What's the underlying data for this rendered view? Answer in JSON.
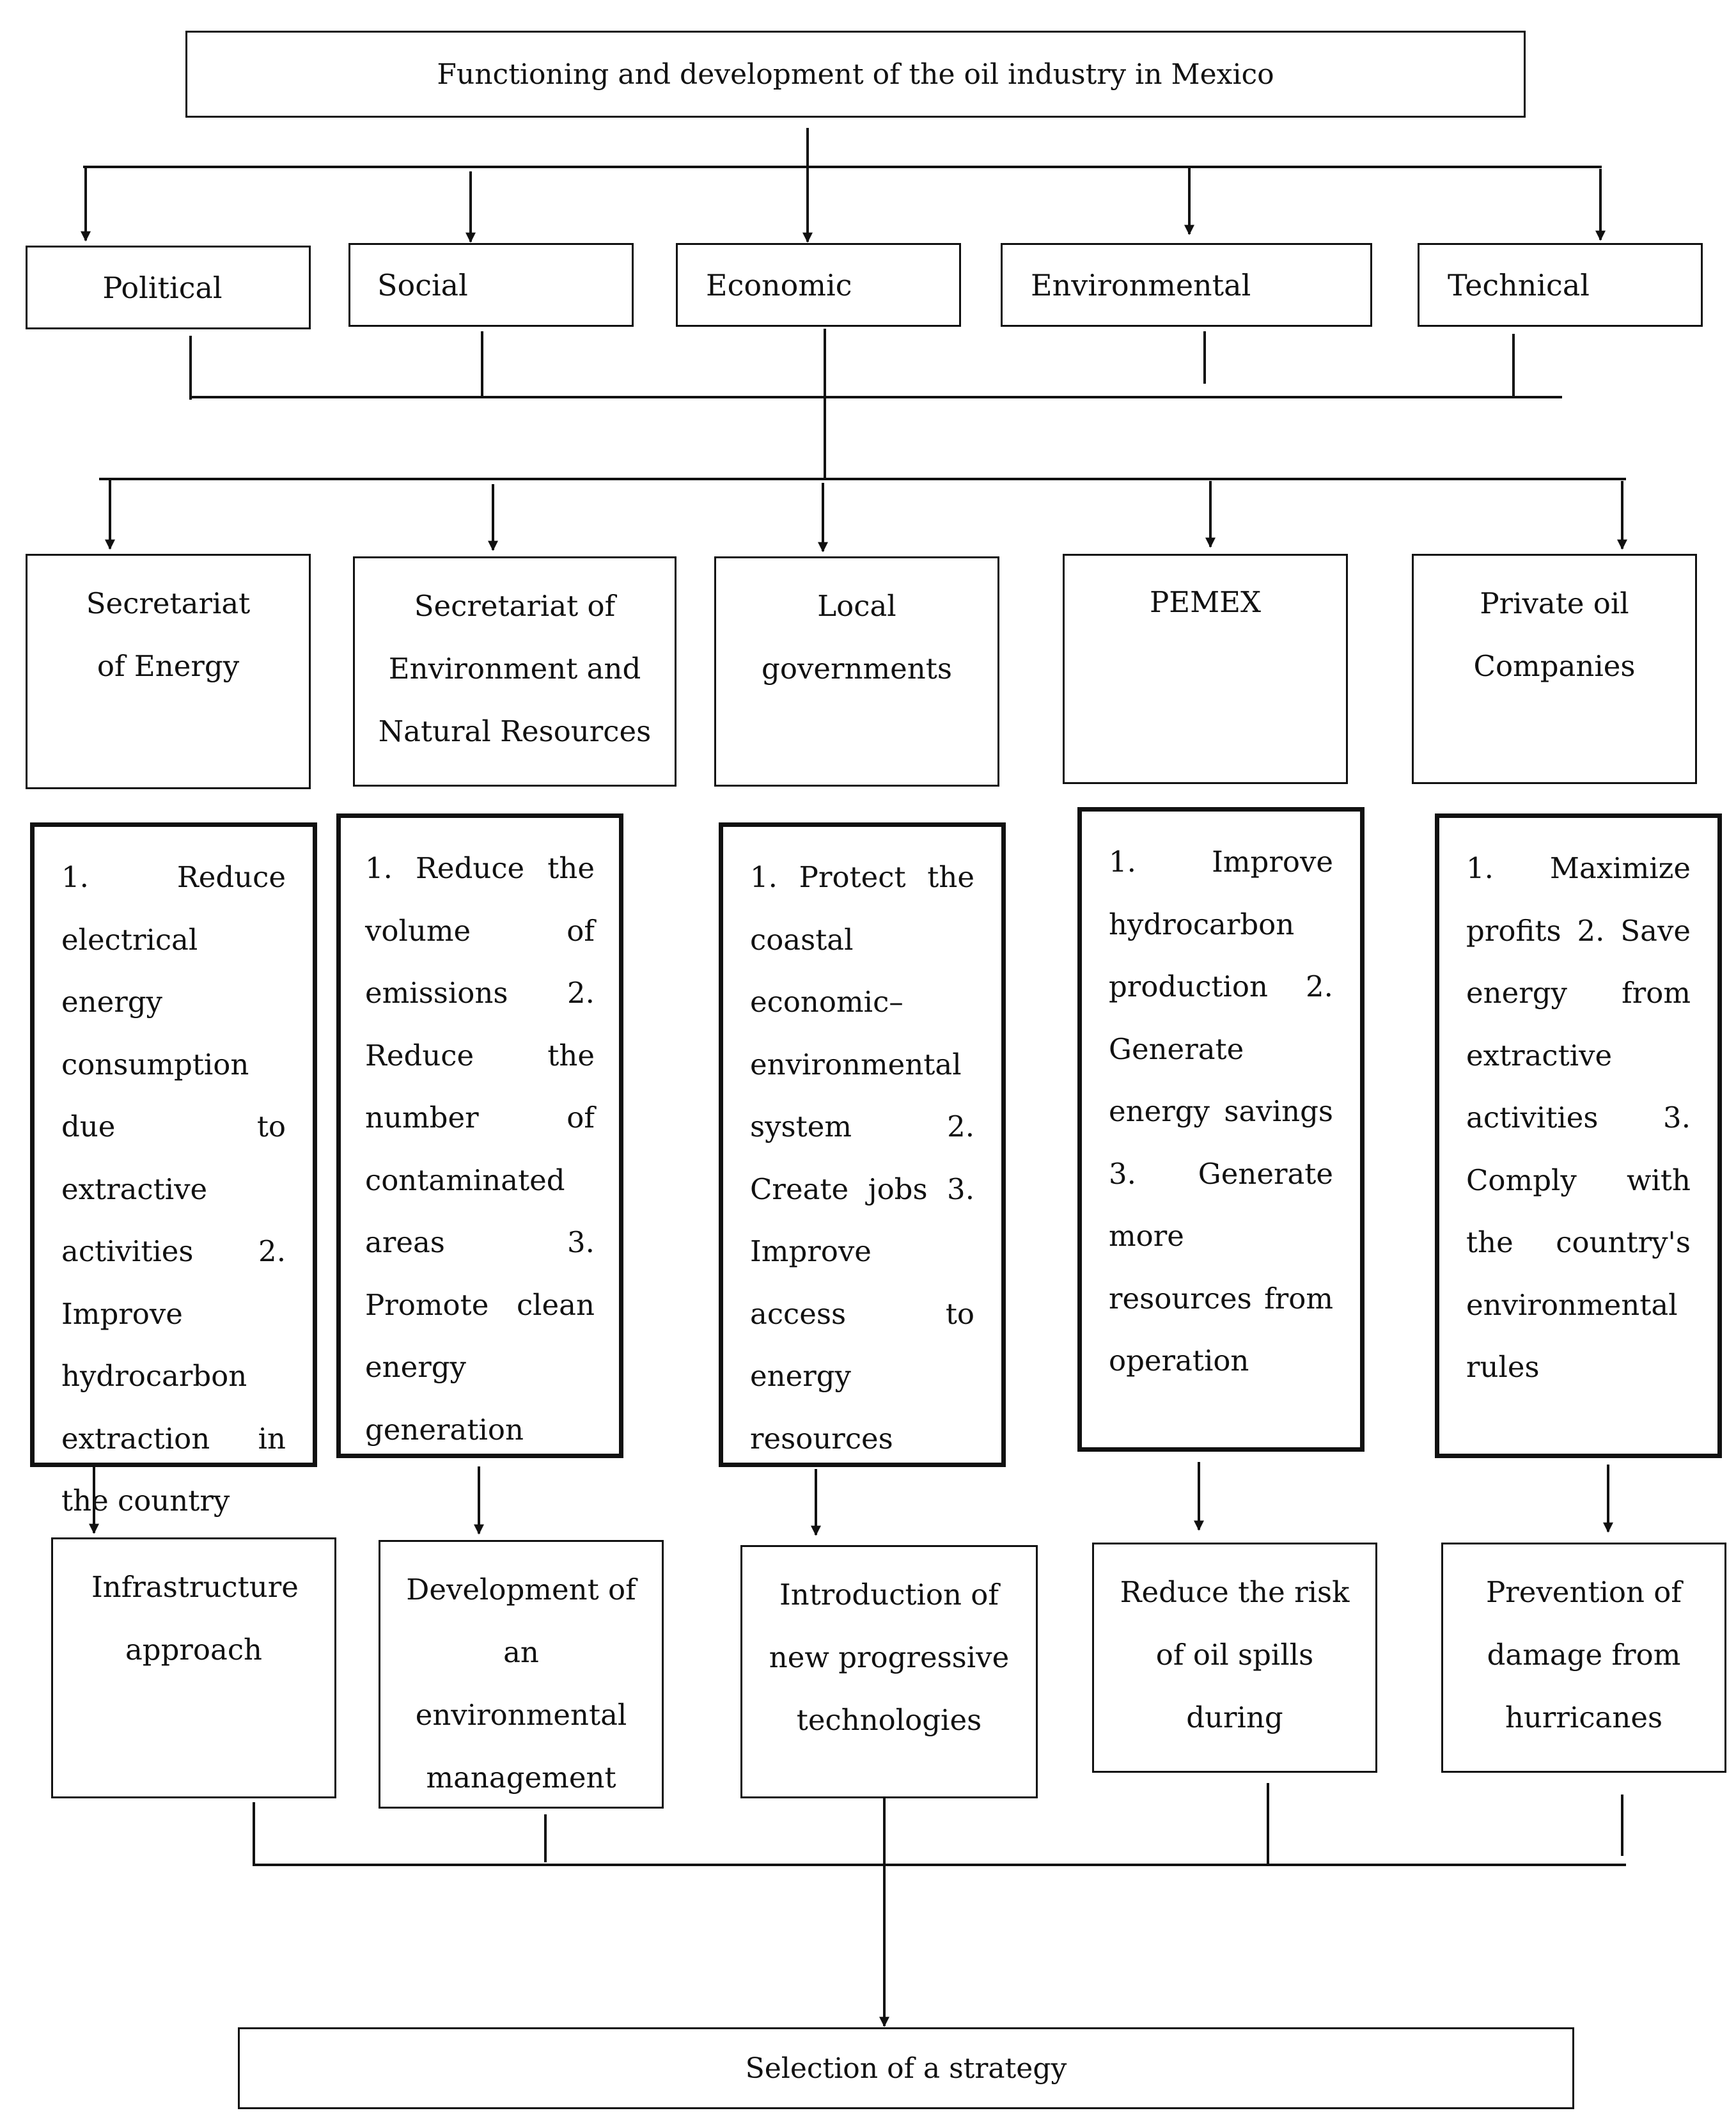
{
  "top_title": "Functioning and development of the oil industry in Mexico",
  "categories": [
    "Political",
    "Social",
    "Economic",
    "Environmental",
    "Technical"
  ],
  "stakeholders": [
    "Secretariat of Energy",
    "Secretariat of Environment and Natural Resources",
    "Local governments",
    "PEMEX",
    "Private oil Companies"
  ],
  "goals": [
    "1. Reduce electrical energy consumption due to extractive activities 2. Improve hydrocarbon extraction in the country",
    "1. Reduce the volume of emissions 2. Reduce the number of contaminated areas 3. Promote clean energy generation",
    "1. Protect the coastal economic–environmental system 2. Create jobs 3. Improve access to energy resources",
    "1. Improve hydrocarbon production 2. Generate energy savings 3. Generate more resources from operation",
    "1. Maximize profits 2. Save energy from extractive activities 3. Comply with the country's environmental rules"
  ],
  "strategies": [
    "Infrastructure approach",
    "Development of an environmental management",
    "Introduction of new progressive technologies",
    "Reduce the risk of oil spills during",
    "Prevention of damage from hurricanes"
  ],
  "final": "Selection of a strategy"
}
